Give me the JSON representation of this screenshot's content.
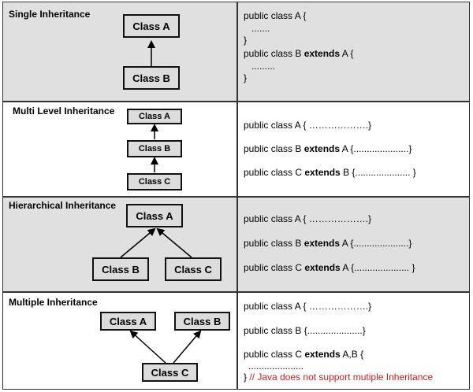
{
  "single": {
    "title": "Single Inheritance",
    "box_a": "Class A",
    "box_b": "Class B",
    "code": [
      "public class A {",
      ".......",
      "}",
      "public class B ",
      "extends",
      " A {",
      ".........",
      "}"
    ]
  },
  "multilevel": {
    "title": "Multi Level Inheritance",
    "box_a": "Class A",
    "box_b": "Class B",
    "box_c": "Class C",
    "line1": "public class A { ……………….}",
    "line2_pre": "public class B ",
    "line2_kw": "extends",
    "line2_post": " A {.....................}",
    "line3_pre": "public class C ",
    "line3_kw": "extends",
    "line3_post": "  B {..................... }"
  },
  "hierarchical": {
    "title": "Hierarchical Inheritance",
    "box_a": "Class A",
    "box_b": "Class B",
    "box_c": "Class C",
    "line1": "public class A { ……………….}",
    "line2_pre": "public class B ",
    "line2_kw": "extends",
    "line2_post": " A {.....................}",
    "line3_pre": "public class C ",
    "line3_kw": "extends",
    "line3_post": " A {..................... }"
  },
  "multiple": {
    "title": "Multiple Inheritance",
    "box_a": "Class A",
    "box_b": "Class B",
    "box_c": "Class C",
    "line1": "public class A { ……………….}",
    "line2": "public class B {.....................}",
    "line3_pre": "public class C ",
    "line3_kw": "extends",
    "line3_post": "  A,B {",
    "line4": ".....................",
    "line5_brace": "}",
    "line5_note": " // Java does not support mutiple Inheritance"
  },
  "colors": {
    "shaded_row": "#e0e0e0",
    "box_fill": "#dcdcdc",
    "note": "#c81e1e"
  }
}
